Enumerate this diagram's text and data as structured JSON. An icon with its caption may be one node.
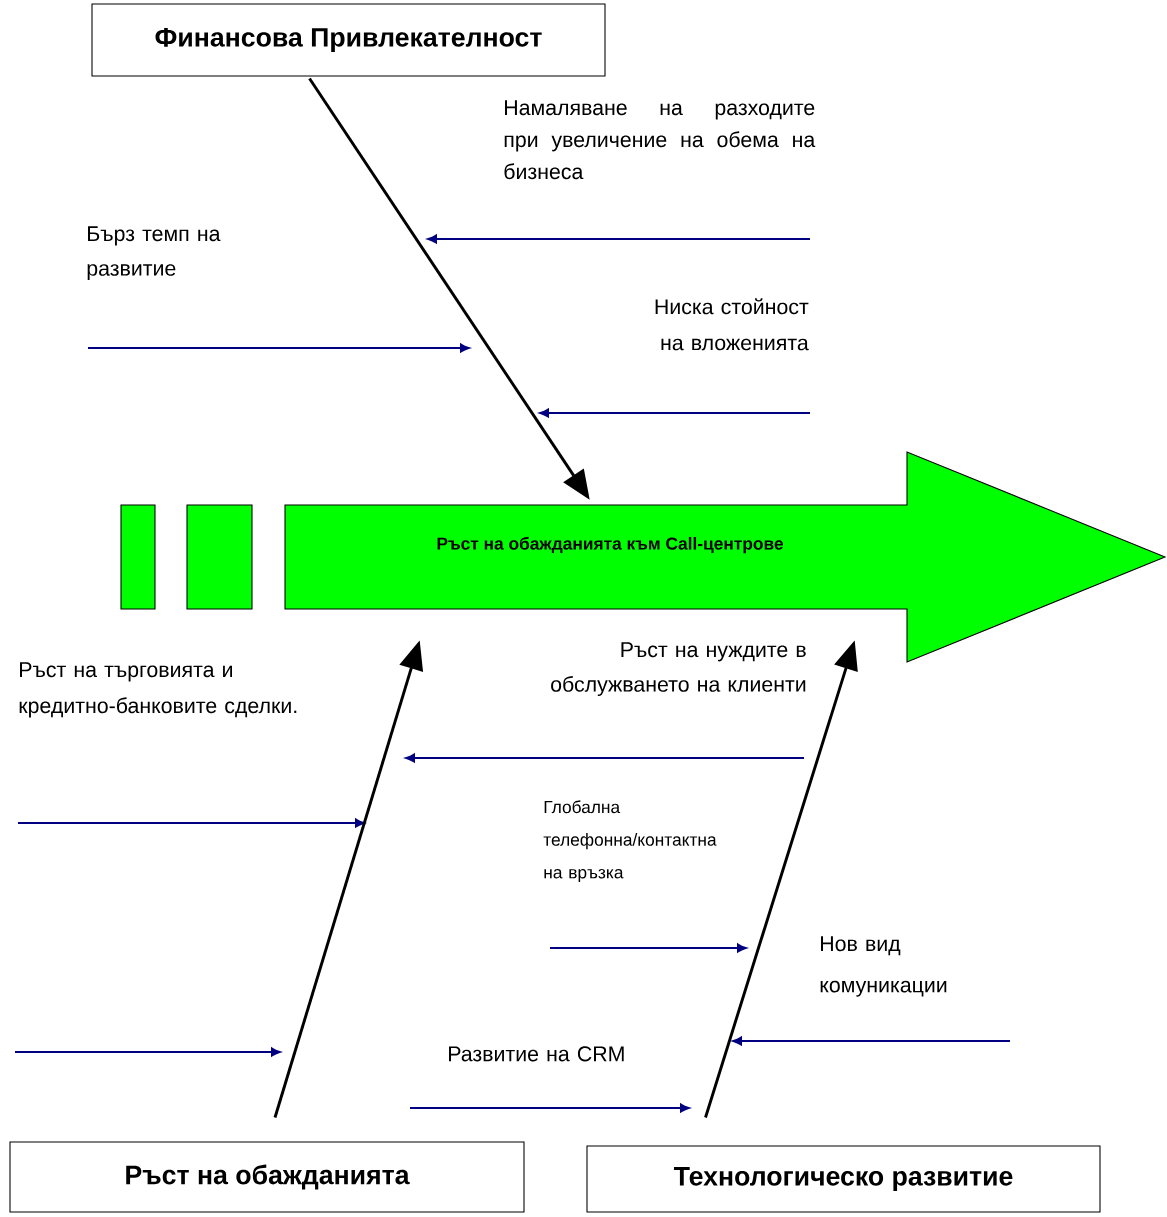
{
  "diagram": {
    "nodes": [
      {
        "text": [
          "Финансова Привлекателност"
        ]
      },
      {
        "text": [],
        "shape": "bar"
      },
      {
        "text": [],
        "shape": "bar"
      },
      {
        "text": [
          "Ръст на обажданията към Call-центрове"
        ]
      },
      {
        "text": [
          "Ръст на обажданията"
        ]
      },
      {
        "text": [
          "Технологическо развитие"
        ]
      }
    ],
    "edges": [
      {
        "from": 0,
        "to": 3,
        "arrow": "to"
      },
      {
        "from": 4,
        "to": 3,
        "arrow": "to"
      },
      {
        "from": 5,
        "to": 3,
        "arrow": "to"
      }
    ],
    "labels": [
      "Намаляване на разходите при увеличение на обема на бизнеса",
      "Бърз темп на развитие",
      "Ниска стойност на вложенията",
      "Ръст на  търговията и кредитно-банковите сделки.",
      "Ръст на нуждите в обслужването на клиенти",
      "Глобална телефонна/контактна на връзка",
      "Нов вид комуникации",
      "Развитие на CRM"
    ]
  }
}
